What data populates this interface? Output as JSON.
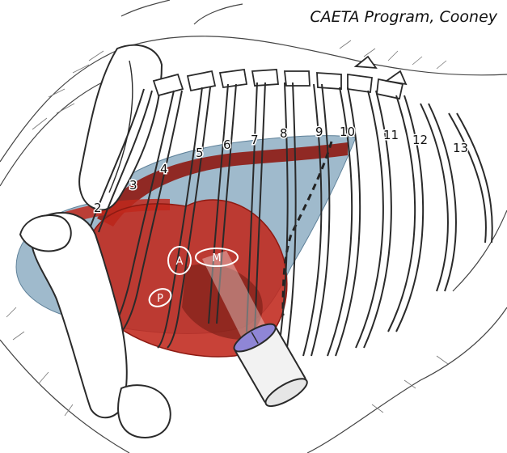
{
  "caption": "CAETA Program, Cooney",
  "rib_numbers": [
    "2",
    "3",
    "4",
    "5",
    "6",
    "7",
    "8",
    "9",
    "10",
    "11",
    "12",
    "13"
  ],
  "valve_labels": {
    "aortic": "A",
    "mitral": "M",
    "pulmonic": "P"
  },
  "colors": {
    "lung": "#7fa3bb",
    "heart": "#c0281c",
    "heart_dark": "#8e1a12",
    "outline": "#2a2a2a",
    "probe_face": "#8f86d6"
  },
  "icons": {
    "probe": "ultrasound-probe-icon"
  }
}
